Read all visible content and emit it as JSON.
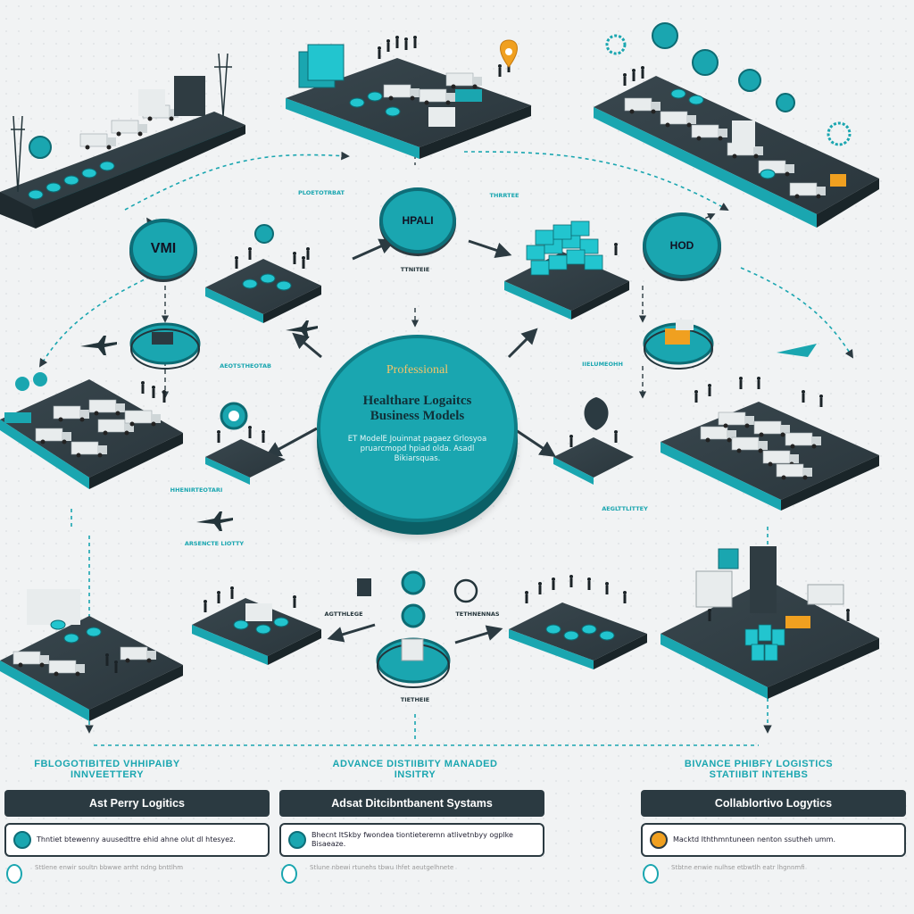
{
  "badges": {
    "left": "VMI",
    "top": "HPALI",
    "right": "HOD"
  },
  "center": {
    "pre": "Professional",
    "title_line1": "Healthare Logaitcs",
    "title_line2": "Business Models",
    "subtitle": "ET ModelE Jouinnat pagaez Grlosyoa pruarcmopd hpiad olda. Asadl Bikiarsquas."
  },
  "bands": {
    "left": "FBLOGOTIBITED VHHIPAIBY INNVEETTERY",
    "middle": "ADVANCE DISTIIBITY MANADED INSITRY",
    "right": "BIVANCE PHIBFY LOGISTICS STATIIBIT INTEHBS"
  },
  "panels": [
    {
      "title": "Ast Perry Logitics",
      "body": "Thntiet btewenny auusedttre ehid ahne olut dl htesyez.",
      "foot": "Sttlene enwir soultn bbwwe arrht ndng bnttlhm"
    },
    {
      "title": "Adsat Ditcibntbanent Systams",
      "body": "Bhecnt ItSkby fwondea tiontieteremn atlivetnbyy ogplke Bisaeaze.",
      "foot": "Stlune nbewi rtunehs tbwu Ihfet aeutgelhnete"
    },
    {
      "title": "Collablortivo Logytics",
      "body": "Macktd Iththmntuneen nenton ssutheh umm.",
      "foot": "Stbtne enwie nulhse etbwtlh eatr lhgnnmfi"
    }
  ],
  "labels": {
    "tl": "PLOETOTRBAT",
    "tc1": "THRRTEE",
    "tc2": "TTNITEIE",
    "ml": "AEOTSTHEOTAB",
    "mr": "IIELUMEOHH",
    "c_left": "AGTTHLEGE",
    "c_right": "TETHNENNAS",
    "bc": "TIETHEIE",
    "under_tl": "HHENIRTEOTARI",
    "mid_left": "ARSENCTE LIOTTY",
    "mid_right": "AEGLTTLITTEY"
  },
  "colors": {
    "teal": "#1aa6b0",
    "dark": "#2b3a41",
    "orange": "#f0a020",
    "bg": "#f1f3f4"
  }
}
